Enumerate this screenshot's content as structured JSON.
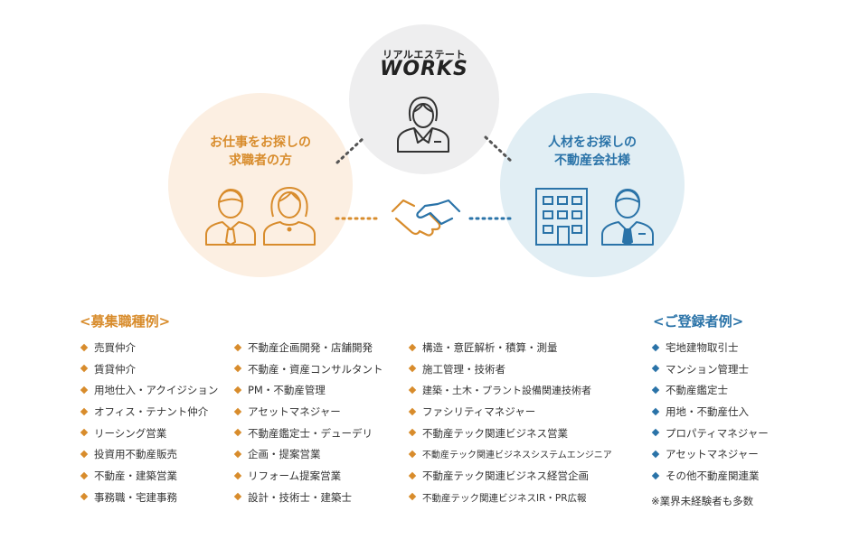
{
  "center": {
    "brand_sub": "リアルエステート",
    "brand_main": "WORKS"
  },
  "seeker": {
    "title_line1": "お仕事をお探しの",
    "title_line2": "求職者の方"
  },
  "company": {
    "title_line1": "人材をお探しの",
    "title_line2": "不動産会社様"
  },
  "colors": {
    "orange": "#d88c2c",
    "blue": "#2a73a8",
    "gray": "#555555"
  },
  "jobs": {
    "heading": "<募集職種例>",
    "col1": [
      "売買仲介",
      "賃貸仲介",
      "用地仕入・アクイジション",
      "オフィス・テナント仲介",
      "リーシング営業",
      "投資用不動産販売",
      "不動産・建築営業",
      "事務職・宅建事務"
    ],
    "col2": [
      "不動産企画開発・店舗開発",
      "不動産・資産コンサルタント",
      "PM・不動産管理",
      "アセットマネジャー",
      "不動産鑑定士・デューデリ",
      "企画・提案営業",
      "リフォーム提案営業",
      "設計・技術士・建築士"
    ],
    "col3": [
      "構造・意匠解析・積算・測量",
      "施工管理・技術者",
      "建築・土木・プラント設備関連技術者",
      "ファシリティマネジャー",
      "不動産テック関連ビジネス営業",
      "不動産テック関連ビジネスシステムエンジニア",
      "不動産テック関連ビジネス経営企画",
      "不動産テック関連ビジネスIR・PR広報"
    ]
  },
  "registrants": {
    "heading": "<ご登録者例>",
    "items": [
      "宅地建物取引士",
      "マンション管理士",
      "不動産鑑定士",
      "用地・不動産仕入",
      "プロパティマネジャー",
      "アセットマネジャー",
      "その他不動産関連業"
    ],
    "note": "※業界未経験者も多数"
  }
}
